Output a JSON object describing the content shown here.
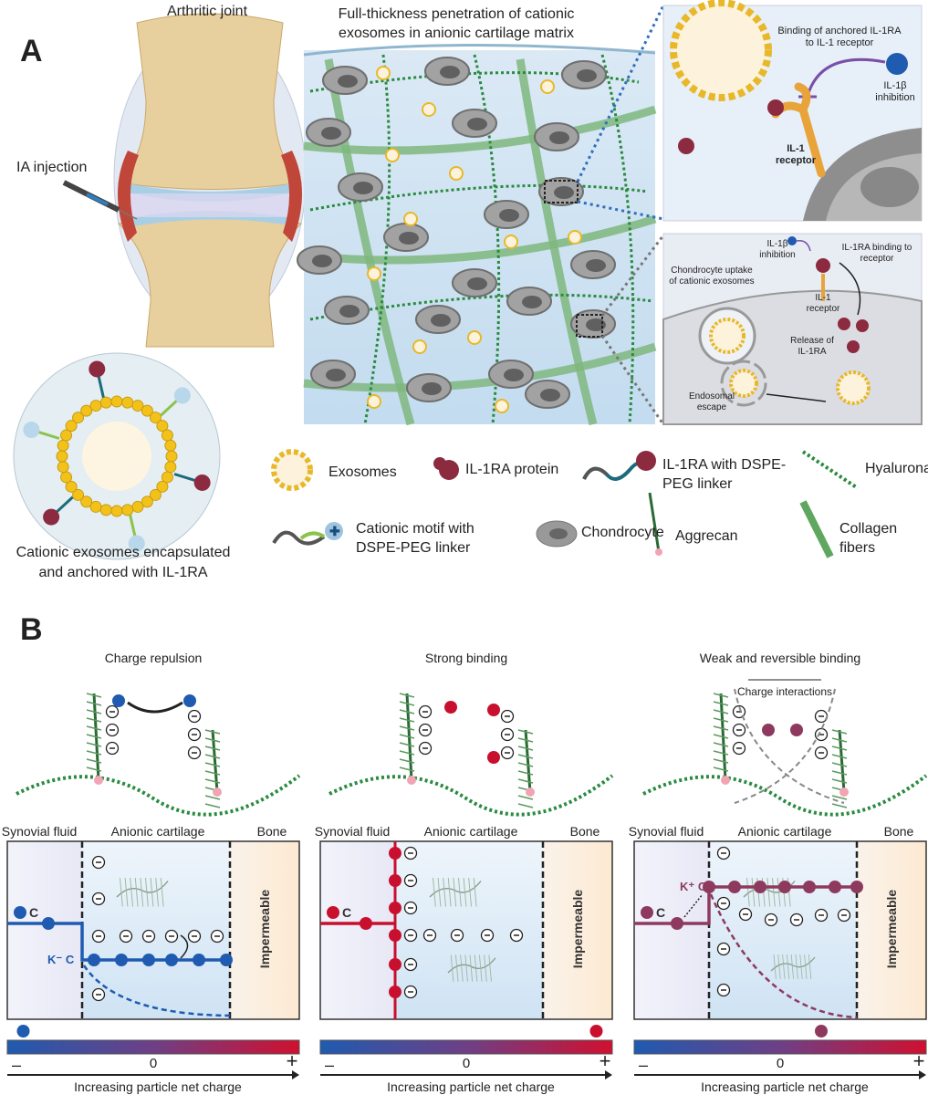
{
  "panel_a": {
    "label": "A",
    "joint_title": "Arthritic joint",
    "injection_label": "IA injection",
    "exosome_caption": [
      "Cationic exosomes encapsulated",
      "and anchored with IL-1RA"
    ],
    "matrix_title": [
      "Full-thickness penetration of cationic",
      "exosomes in anionic cartilage matrix"
    ],
    "binding_panel": {
      "title": [
        "Binding of anchored IL-1RA",
        "to IL-1 receptor"
      ],
      "inhibition": [
        "IL-1β",
        "inhibition"
      ],
      "receptor": [
        "IL-1",
        "receptor"
      ]
    },
    "uptake_panel": {
      "inhibition": [
        "IL-1β",
        "inhibition"
      ],
      "binding": [
        "IL-1RA binding to",
        "receptor"
      ],
      "uptake": [
        "Chondrocyte uptake",
        "of cationic exosomes"
      ],
      "receptor": [
        "IL-1",
        "receptor"
      ],
      "release": [
        "Release of",
        "IL-1RA"
      ],
      "escape": [
        "Endosomal",
        "escape"
      ]
    },
    "legend": {
      "exosomes": "Exosomes",
      "protein": "IL-1RA protein",
      "linker": [
        "IL-1RA with DSPE-",
        "PEG linker"
      ],
      "hyaluronan": "Hyaluronan",
      "cationic": [
        "Cationic motif with",
        "DSPE-PEG linker"
      ],
      "chondrocyte": "Chondrocyte",
      "aggrecan": "Aggrecan",
      "collagen": [
        "Collagen",
        "fibers"
      ]
    }
  },
  "panel_b": {
    "label": "B",
    "panels": [
      {
        "title": "Charge repulsion",
        "mode": "repulsion",
        "color": "#1f5bb0",
        "net_charge": -0.95,
        "regions": [
          "Synovial fluid",
          "Anionic cartilage",
          "Bone"
        ],
        "impermeable": "Impermeable",
        "c_label": "C",
        "k_label": "K⁻ C",
        "axis": {
          "min": "–",
          "zero": "0",
          "max": "+",
          "caption": "Increasing particle net charge"
        }
      },
      {
        "title": "Strong binding",
        "mode": "strong",
        "color": "#c8102e",
        "net_charge": 0.95,
        "regions": [
          "Synovial fluid",
          "Anionic cartilage",
          "Bone"
        ],
        "impermeable": "Impermeable",
        "c_label": "C",
        "k_label": "",
        "axis": {
          "min": "–",
          "zero": "0",
          "max": "+",
          "caption": "Increasing particle net charge"
        }
      },
      {
        "title": "Weak and reversible binding",
        "mode": "weak",
        "color": "#8e3a5e",
        "net_charge": 0.3,
        "regions": [
          "Synovial fluid",
          "Anionic cartilage",
          "Bone"
        ],
        "impermeable": "Impermeable",
        "c_label": "C",
        "k_label": "K⁺ C",
        "annotation": "Charge interactions",
        "axis": {
          "min": "–",
          "zero": "0",
          "max": "+",
          "caption": "Increasing particle net charge"
        }
      }
    ]
  }
}
